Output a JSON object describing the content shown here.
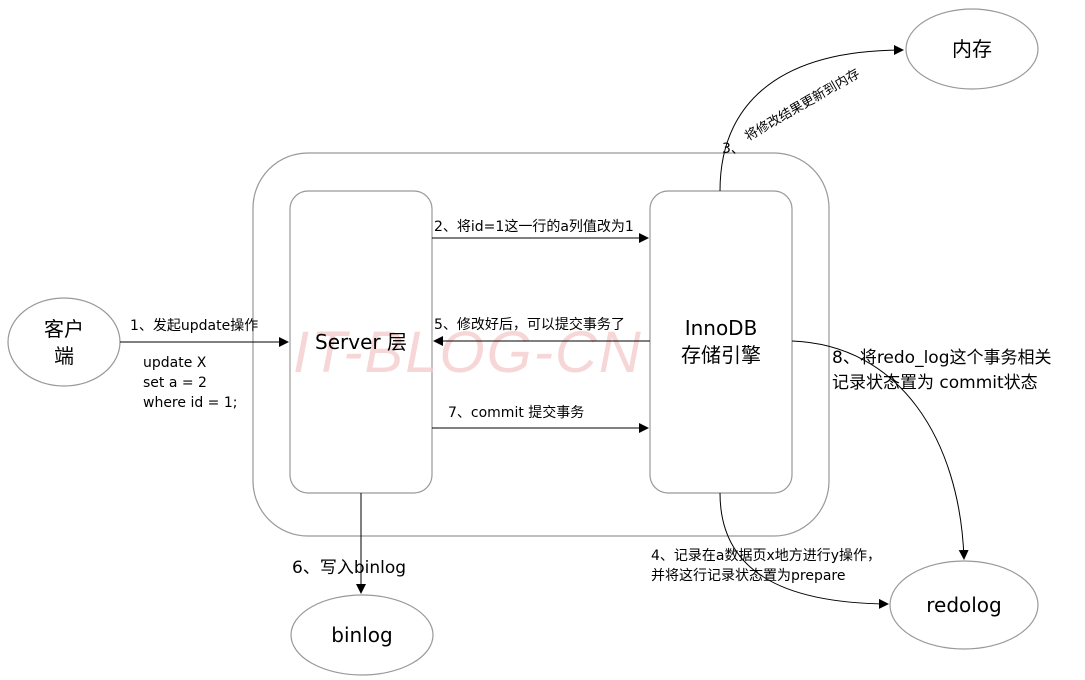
{
  "nodes": {
    "client_line1": "客户",
    "client_line2": "端",
    "server": "Server 层",
    "innodb_line1": "InnoDB",
    "innodb_line2": "存储引擎",
    "memory": "内存",
    "binlog": "binlog",
    "redolog": "redolog"
  },
  "edges": {
    "e1": "1、发起update操作",
    "sql_line1": "update X",
    "sql_line2": "set a = 2",
    "sql_line3": "where id = 1;",
    "e2": "2、将id=1这一行的a列值改为1",
    "e3_num": "3、",
    "e3": "将修改结果更新到内存",
    "e4_line1": "4、记录在a数据页x地方进行y操作，",
    "e4_line2": "并将这行记录状态置为prepare",
    "e5": "5、修改好后，可以提交事务了",
    "e6": "6、写入binlog",
    "e7": "7、commit 提交事务",
    "e8_line1": "8、将redo_log这个事务相关",
    "e8_line2": "记录状态置为 commit状态"
  },
  "watermark": "IT-BLOG-CN"
}
